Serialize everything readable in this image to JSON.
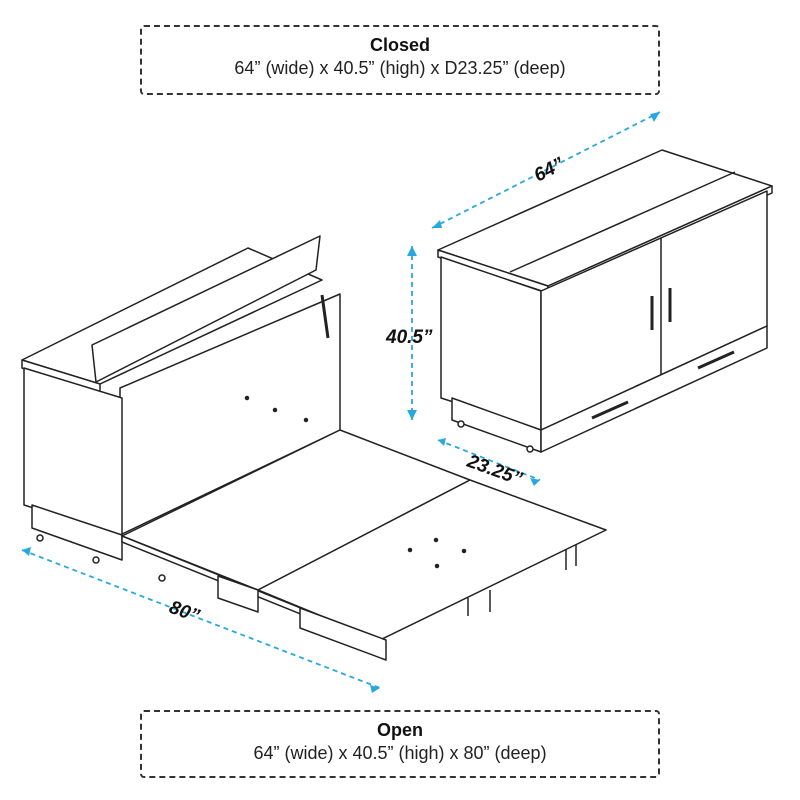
{
  "closed": {
    "title": "Closed",
    "dimensions": "64” (wide) x 40.5” (high) x D23.25” (deep)"
  },
  "open": {
    "title": "Open",
    "dimensions": "64” (wide) x 40.5” (high) x 80” (deep)"
  },
  "labels": {
    "width": "64”",
    "height": "40.5”",
    "depth_closed": "23.25”",
    "depth_open": "80”"
  },
  "colors": {
    "dimension_line": "#29a8df",
    "outline": "#222222",
    "caption_border": "#333333"
  }
}
